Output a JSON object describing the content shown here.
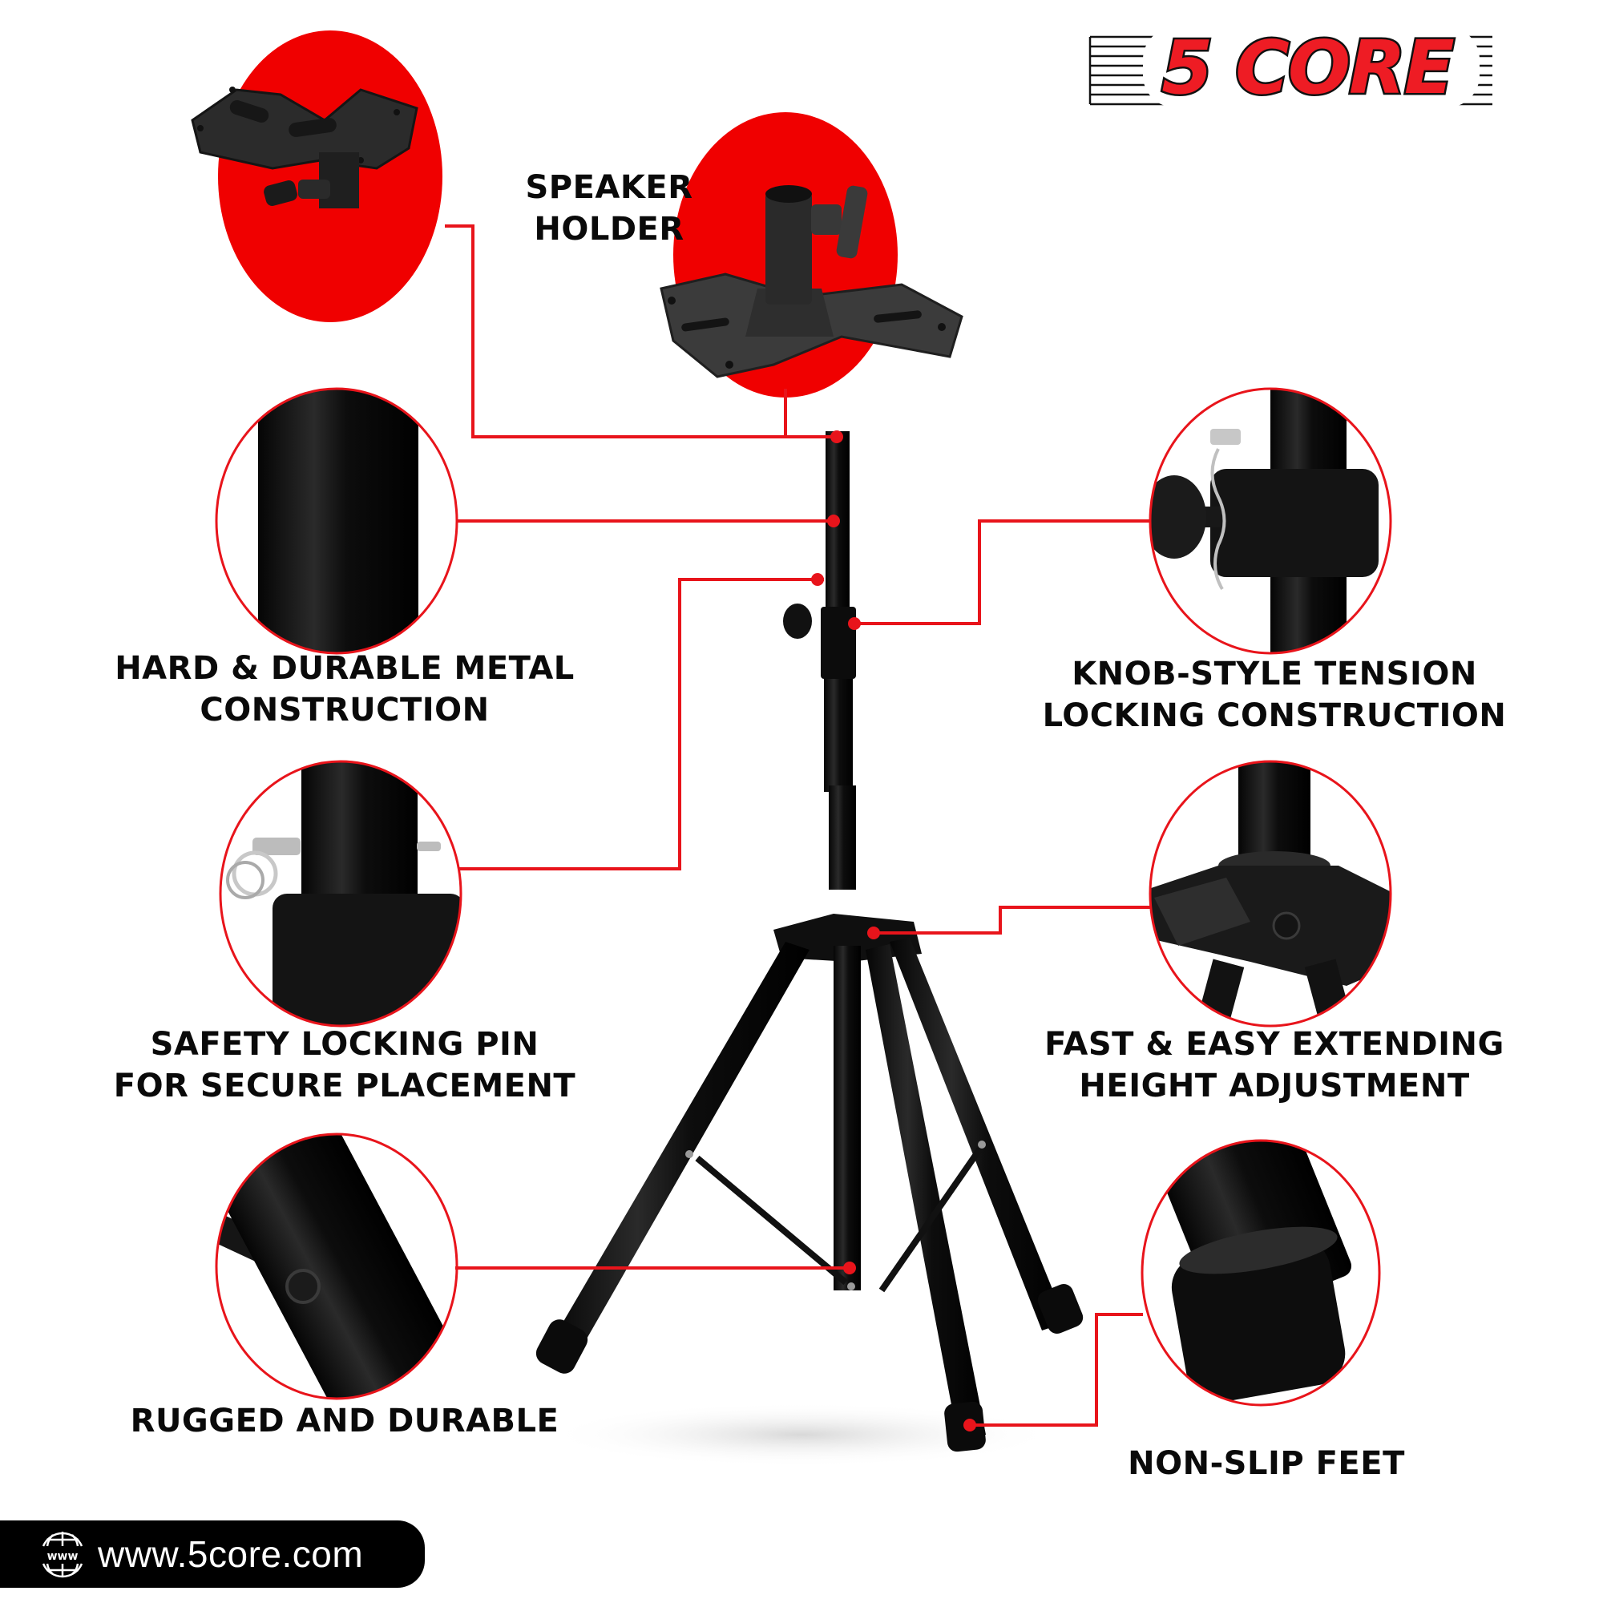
{
  "brand": {
    "logo_text": "5 CORE",
    "website": "www.5core.com",
    "globe_icon_text": "www",
    "colors": {
      "accent_red": "#e8141b",
      "text_black": "#0a0a0a",
      "background": "#ffffff"
    }
  },
  "product": {
    "type": "Speaker tripod stand"
  },
  "callouts": [
    {
      "id": "speaker-holder",
      "lines": [
        "SPEAKER",
        "HOLDER"
      ]
    },
    {
      "id": "metal-construction",
      "lines": [
        "HARD & DURABLE METAL",
        "CONSTRUCTION"
      ]
    },
    {
      "id": "knob-tension",
      "lines": [
        "KNOB-STYLE TENSION",
        "LOCKING CONSTRUCTION"
      ]
    },
    {
      "id": "safety-pin",
      "lines": [
        "SAFETY LOCKING PIN",
        "FOR SECURE PLACEMENT"
      ]
    },
    {
      "id": "height-adjustment",
      "lines": [
        "FAST & EASY EXTENDING",
        "HEIGHT ADJUSTMENT"
      ]
    },
    {
      "id": "rugged",
      "lines": [
        "RUGGED AND DURABLE"
      ]
    },
    {
      "id": "non-slip-feet",
      "lines": [
        "NON-SLIP FEET"
      ]
    }
  ]
}
